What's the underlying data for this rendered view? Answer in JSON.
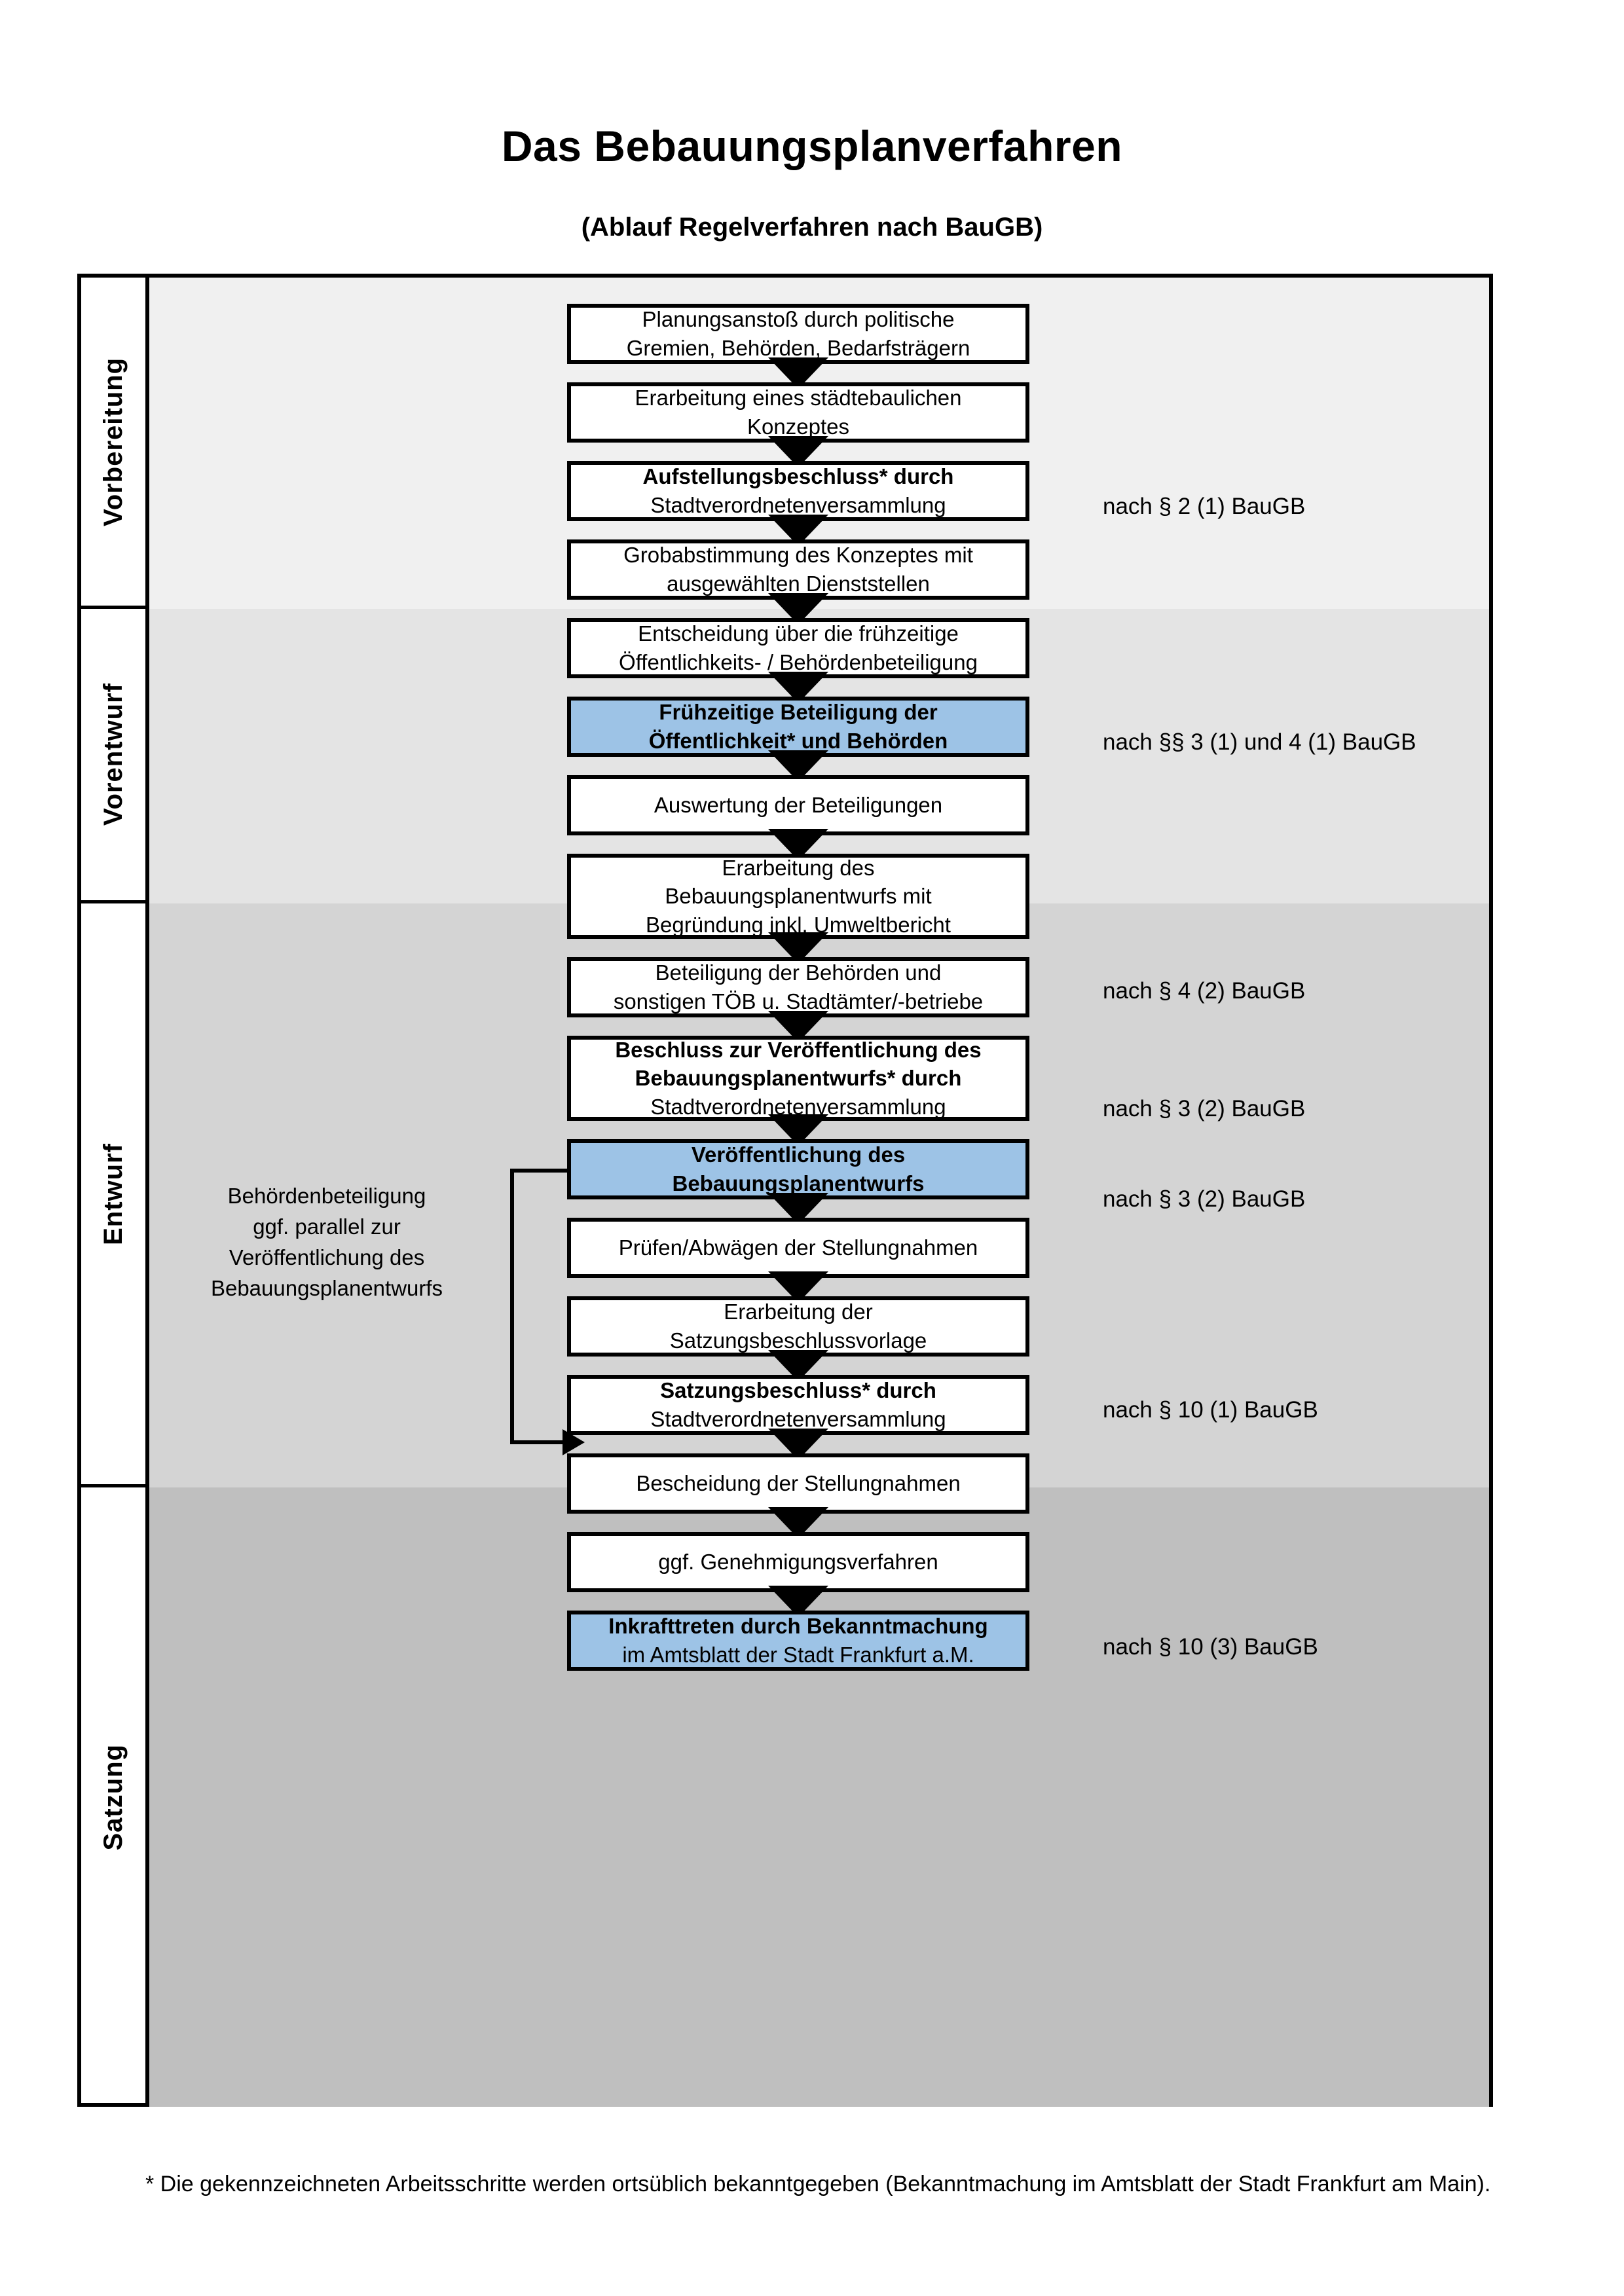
{
  "title": "Das Bebauungsplanverfahren",
  "subtitle": "(Ablauf Regelverfahren nach BauGB)",
  "colors": {
    "highlight_blue": "#9DC3E6",
    "band_vorbereitung": "#F0F0F0",
    "band_vorentwurf": "#E4E4E4",
    "band_entwurf": "#D4D4D4",
    "band_satzung": "#BFBFBF",
    "outline": "#000000"
  },
  "phases": [
    {
      "label": "Vorbereitung"
    },
    {
      "label": "Vorentwurf"
    },
    {
      "label": "Entwurf"
    },
    {
      "label": "Satzung"
    }
  ],
  "steps": [
    {
      "lines": [
        "Planungsanstoß durch politische",
        "Gremien, Behörden, Bedarfsträgern"
      ],
      "bold": [
        false,
        false
      ],
      "highlight": false
    },
    {
      "lines": [
        "Erarbeitung eines städtebaulichen",
        "Konzeptes"
      ],
      "bold": [
        false,
        false
      ],
      "highlight": false
    },
    {
      "lines": [
        "Aufstellungsbeschluss* durch",
        "Stadtverordnetenversammlung"
      ],
      "bold": [
        true,
        false
      ],
      "highlight": false
    },
    {
      "lines": [
        "Grobabstimmung des Konzeptes mit",
        "ausgewählten Dienststellen"
      ],
      "bold": [
        false,
        false
      ],
      "highlight": false
    },
    {
      "lines": [
        "Entscheidung über die frühzeitige",
        "Öffentlichkeits- / Behördenbeteiligung"
      ],
      "bold": [
        false,
        false
      ],
      "highlight": false
    },
    {
      "lines": [
        "Frühzeitige Beteiligung der",
        "Öffentlichkeit* und Behörden"
      ],
      "bold": [
        true,
        true
      ],
      "highlight": true
    },
    {
      "lines": [
        "Auswertung der Beteiligungen"
      ],
      "bold": [
        false
      ],
      "highlight": false
    },
    {
      "lines": [
        "Erarbeitung des",
        "Bebauungsplanentwurfs mit",
        "Begründung inkl. Umweltbericht"
      ],
      "bold": [
        false,
        false,
        false
      ],
      "highlight": false
    },
    {
      "lines": [
        "Beteiligung der Behörden und",
        "sonstigen TÖB u. Stadtämter/-betriebe"
      ],
      "bold": [
        false,
        false
      ],
      "highlight": false
    },
    {
      "lines": [
        "Beschluss zur Veröffentlichung des",
        "Bebauungsplanentwurfs* durch",
        "Stadtverordnetenversammlung"
      ],
      "bold": [
        true,
        true,
        false
      ],
      "highlight": false
    },
    {
      "lines": [
        "Veröffentlichung des",
        "Bebauungsplanentwurfs"
      ],
      "bold": [
        true,
        true
      ],
      "highlight": true
    },
    {
      "lines": [
        "Prüfen/Abwägen der Stellungnahmen"
      ],
      "bold": [
        false
      ],
      "highlight": false
    },
    {
      "lines": [
        "Erarbeitung der",
        "Satzungsbeschlussvorlage"
      ],
      "bold": [
        false,
        false
      ],
      "highlight": false
    },
    {
      "lines": [
        "Satzungsbeschluss* durch",
        "Stadtverordnetenversammlung"
      ],
      "bold": [
        true,
        false
      ],
      "highlight": false
    },
    {
      "lines": [
        "Bescheidung der Stellungnahmen"
      ],
      "bold": [
        false
      ],
      "highlight": false
    },
    {
      "lines": [
        "ggf. Genehmigungsverfahren"
      ],
      "bold": [
        false
      ],
      "highlight": false
    },
    {
      "lines": [
        "Inkrafttreten durch Bekanntmachung",
        "im Amtsblatt der Stadt Frankfurt a.M."
      ],
      "bold": [
        true,
        false
      ],
      "highlight": true
    }
  ],
  "side_note": {
    "lines": [
      "Behördenbeteiligung",
      "ggf. parallel zur",
      "Veröffentlichung des",
      "Bebauungsplanentwurfs"
    ]
  },
  "legal_refs": [
    {
      "text": "nach § 2 (1) BauGB"
    },
    {
      "text": "nach §§ 3 (1) und 4 (1) BauGB"
    },
    {
      "text": "nach § 4 (2) BauGB"
    },
    {
      "text": "nach § 3 (2) BauGB"
    },
    {
      "text": "nach § 3 (2) BauGB"
    },
    {
      "text": "nach § 10 (1) BauGB"
    },
    {
      "text": "nach § 10 (3) BauGB"
    }
  ],
  "footnote": "* Die gekennzeichneten Arbeitsschritte werden ortsüblich bekanntgegeben (Bekanntmachung im Amtsblatt  der Stadt Frankfurt am Main)."
}
